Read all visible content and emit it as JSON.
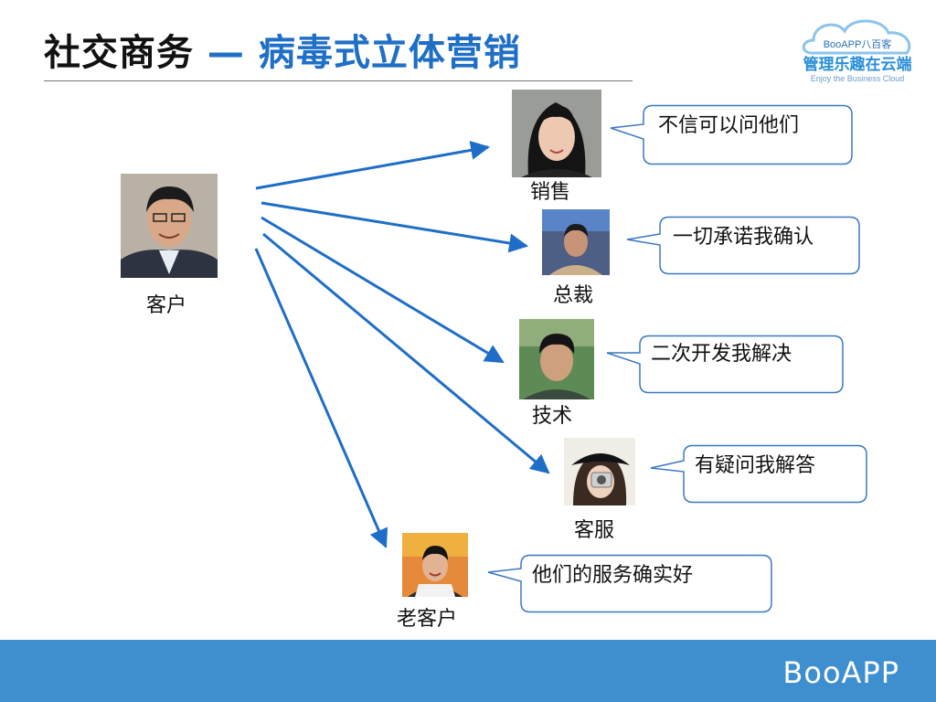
{
  "title": {
    "main": "社交商务",
    "dash": " — ",
    "accent": "病毒式立体营销"
  },
  "logo": {
    "brand": "BooAPP八百客",
    "slogan": "管理乐趣在云端",
    "tagline": "Enjoy the Business Cloud"
  },
  "diagram": {
    "customer": {
      "label": "客户"
    },
    "roles": [
      {
        "label": "销售",
        "quote": "不信可以问他们"
      },
      {
        "label": "总裁",
        "quote": "一切承诺我确认"
      },
      {
        "label": "技术",
        "quote": "二次开发我解决"
      },
      {
        "label": "客服",
        "quote": "有疑问我解答"
      },
      {
        "label": "老客户",
        "quote": "他们的服务确实好"
      }
    ]
  },
  "footer": {
    "brand": "BooAPP"
  },
  "colors": {
    "accent": "#1f6fc6",
    "arrow": "#1e6ec8",
    "footer": "#3e8fcf",
    "bubble_border": "#3a78c2"
  }
}
